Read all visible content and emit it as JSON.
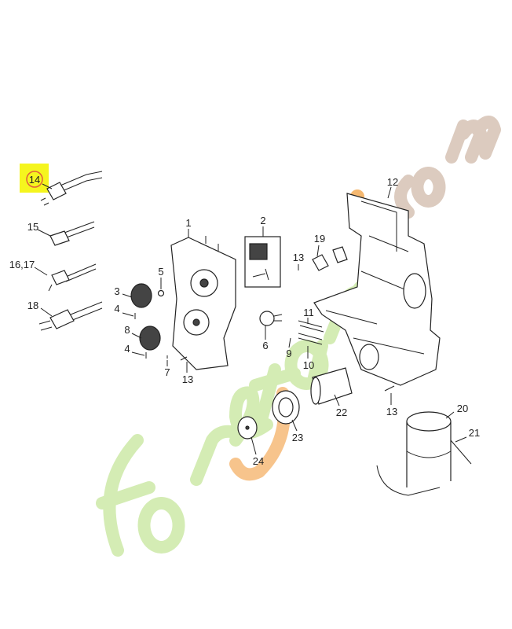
{
  "watermark": {
    "text": "foretjardin.com",
    "colors": {
      "green": "#c8e6a0",
      "orange": "#f5b870",
      "grey": "#c9b3a6"
    }
  },
  "highlight": {
    "label": "14",
    "color": "#f5f51e",
    "ring_color": "#e0603a"
  },
  "labels": {
    "p1": "1",
    "p2": "2",
    "p3": "3",
    "p4a": "4",
    "p4b": "4",
    "p5": "5",
    "p6": "6",
    "p7": "7",
    "p8": "8",
    "p9": "9",
    "p10": "10",
    "p11": "11",
    "p12": "12",
    "p13a": "13",
    "p13b": "13",
    "p13c": "13",
    "p14": "14",
    "p15": "15",
    "p1617": "16,17",
    "p18": "18",
    "p19": "19",
    "p20": "20",
    "p21": "21",
    "p22": "22",
    "p23": "23",
    "p24": "24"
  }
}
